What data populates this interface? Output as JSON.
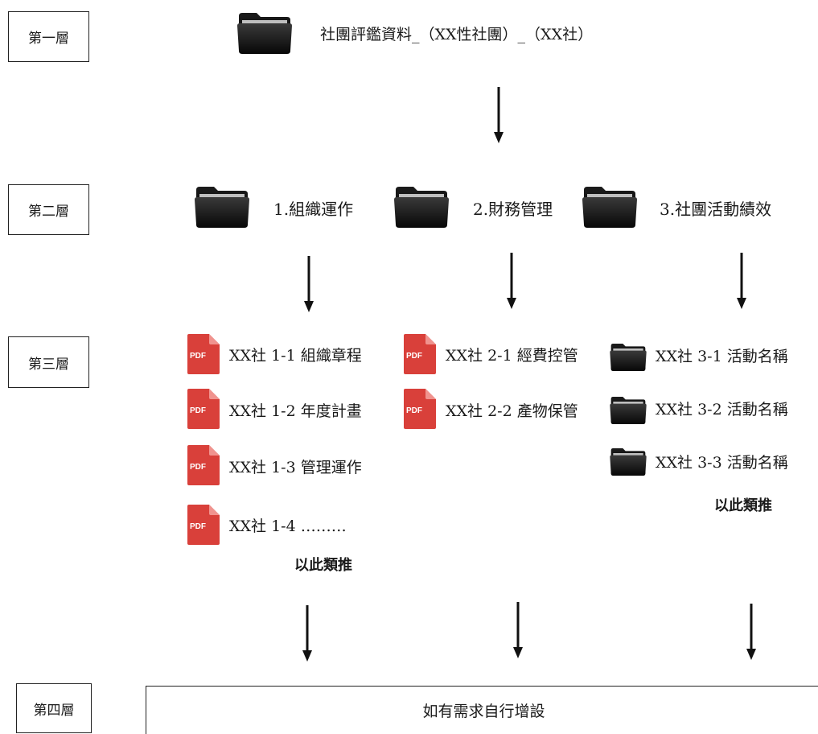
{
  "layers": {
    "layer1": "第一層",
    "layer2": "第二層",
    "layer3": "第三層",
    "layer4": "第四層"
  },
  "root_folder": {
    "label": "社團評鑑資料_（XX性社團）_（XX社）",
    "icon": "folder-icon"
  },
  "categories": [
    {
      "label": "1.組織運作",
      "icon": "folder-icon"
    },
    {
      "label": "2.財務管理",
      "icon": "folder-icon"
    },
    {
      "label": "3.社團活動績效",
      "icon": "folder-icon"
    }
  ],
  "col1_files": [
    {
      "label": "XX社 1-1 組織章程",
      "icon": "pdf-icon",
      "badge": "PDF"
    },
    {
      "label": "XX社 1-2 年度計畫",
      "icon": "pdf-icon",
      "badge": "PDF"
    },
    {
      "label": "XX社 1-3 管理運作",
      "icon": "pdf-icon",
      "badge": "PDF"
    },
    {
      "label": "XX社 1-4 ………",
      "icon": "pdf-icon",
      "badge": "PDF"
    }
  ],
  "col1_note": "以此類推",
  "col2_files": [
    {
      "label": "XX社 2-1 經費控管",
      "icon": "pdf-icon",
      "badge": "PDF"
    },
    {
      "label": "XX社 2-2 產物保管",
      "icon": "pdf-icon",
      "badge": "PDF"
    }
  ],
  "col3_folders": [
    {
      "label": "XX社 3-1 活動名稱",
      "icon": "folder-icon"
    },
    {
      "label": "XX社 3-2 活動名稱",
      "icon": "folder-icon"
    },
    {
      "label": "XX社 3-3 活動名稱",
      "icon": "folder-icon"
    }
  ],
  "col3_note": "以此類推",
  "bottom_note": "如有需求自行增設",
  "colors": {
    "pdf_red": "#d9403a",
    "folder_dark": "#151515",
    "line": "#111111"
  }
}
